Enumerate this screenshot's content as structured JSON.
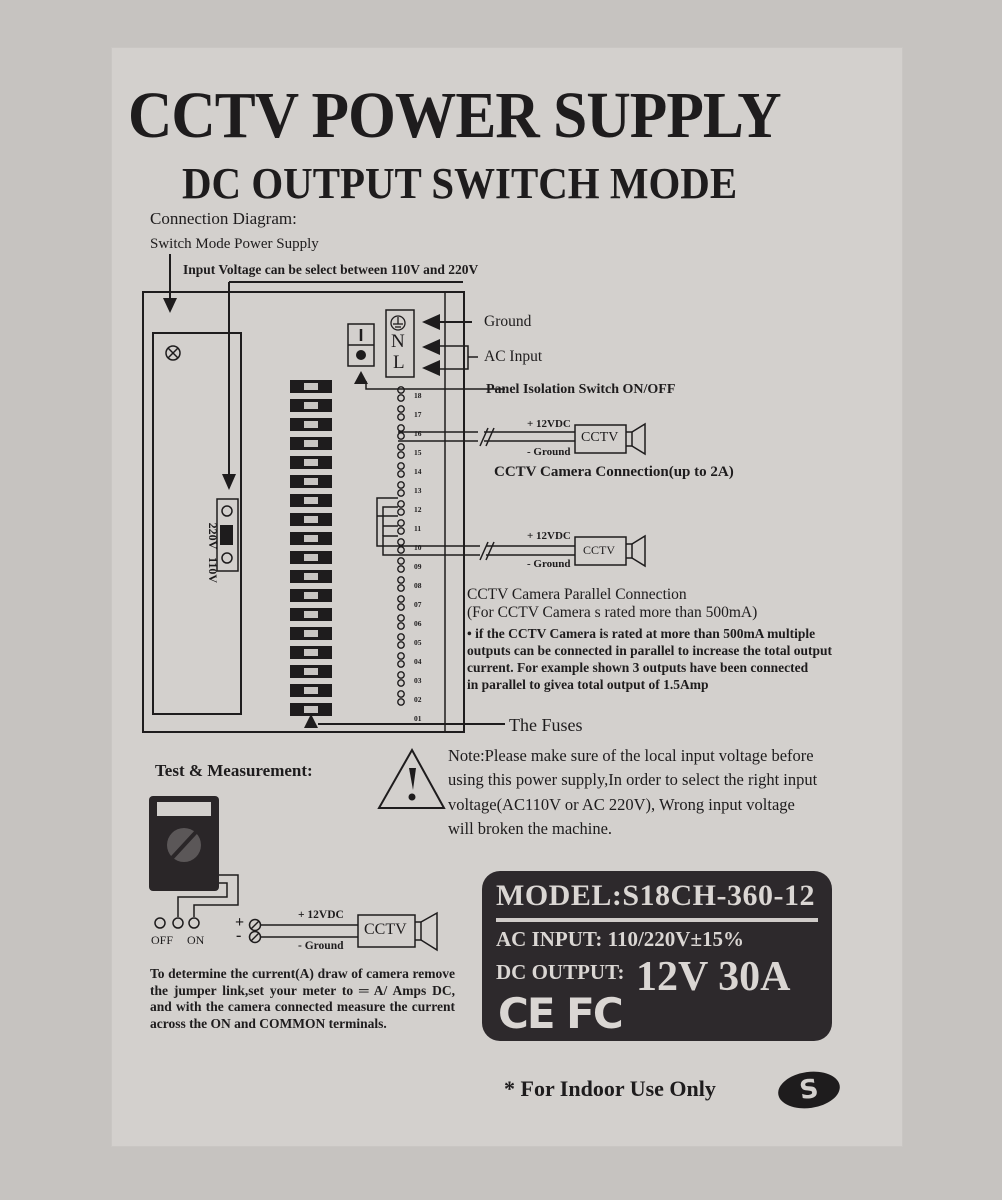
{
  "header": {
    "title": "CCTV POWER SUPPLY",
    "subtitle": "DC OUTPUT SWITCH MODE"
  },
  "connection_diagram": {
    "heading": "Connection Diagram:",
    "psu_label": "Switch Mode Power Supply",
    "input_voltage_note": "Input Voltage can be select between 110V and 220V",
    "voltage_selector": {
      "high": "220V",
      "low": "110V"
    },
    "terminal_block": {
      "switch_on": "I",
      "earth": "⏚",
      "neutral": "N",
      "live": "L"
    },
    "callouts": {
      "ground": "Ground",
      "ac_input": "AC Input",
      "isolation_switch": "Panel  Isolation Switch  ON/OFF",
      "fuses": "The Fuses"
    },
    "outputs": [
      "18",
      "17",
      "16",
      "15",
      "14",
      "13",
      "12",
      "11",
      "10",
      "09",
      "08",
      "07",
      "06",
      "05",
      "04",
      "03",
      "02",
      "01"
    ],
    "fuse_count": 18,
    "camera_single": {
      "positive": "+ 12VDC",
      "negative": "- Ground",
      "device": "CCTV",
      "caption": "CCTV Camera Connection(up to 2A)"
    },
    "camera_parallel": {
      "positive": "+ 12VDC",
      "negative": "- Ground",
      "device": "CCTV",
      "caption": "CCTV Camera Parallel Connection",
      "subcaption": "(For CCTV Camera s rated more than 500mA)",
      "lines": [
        "•  if the  CCTV  Camera is rated at more than 500mA multiple",
        "outputs can be connected in parallel to increase the total output",
        "current. For example shown 3 outputs have been connected",
        "in parallel to givea total output of 1.5Amp"
      ]
    }
  },
  "warning": {
    "icon": "warning-triangle-icon",
    "lines": [
      "Note:Please make sure of the local input voltage before",
      " using this power supply,In order to select the right input",
      " voltage(AC110V  or  AC 220V), Wrong   input  voltage",
      " will broken  the   machine."
    ]
  },
  "test": {
    "heading": "Test & Measurement:",
    "off_label": "OFF",
    "on_label": "ON",
    "positive": "+ 12VDC",
    "negative": "- Ground",
    "plus_sign": "+",
    "minus_sign": "-",
    "device": "CCTV",
    "instructions": "To determine the current(A) draw of camera remove the jumper link,set your meter to ═ A/ Amps DC, and with the camera connected measure the current across the ON and COMMON terminals."
  },
  "rating_plate": {
    "model": "MODEL:S18CH-360-12",
    "ac_input": "AC INPUT: 110/220V±15%",
    "dc_output_label": "DC OUTPUT:",
    "dc_output_value": "12V 30A",
    "certifications": "CE FC",
    "background": "#2d292c",
    "text_color": "#dad6d3"
  },
  "footer": {
    "indoor": "*  For Indoor Use Only",
    "brand_logo": "S"
  }
}
